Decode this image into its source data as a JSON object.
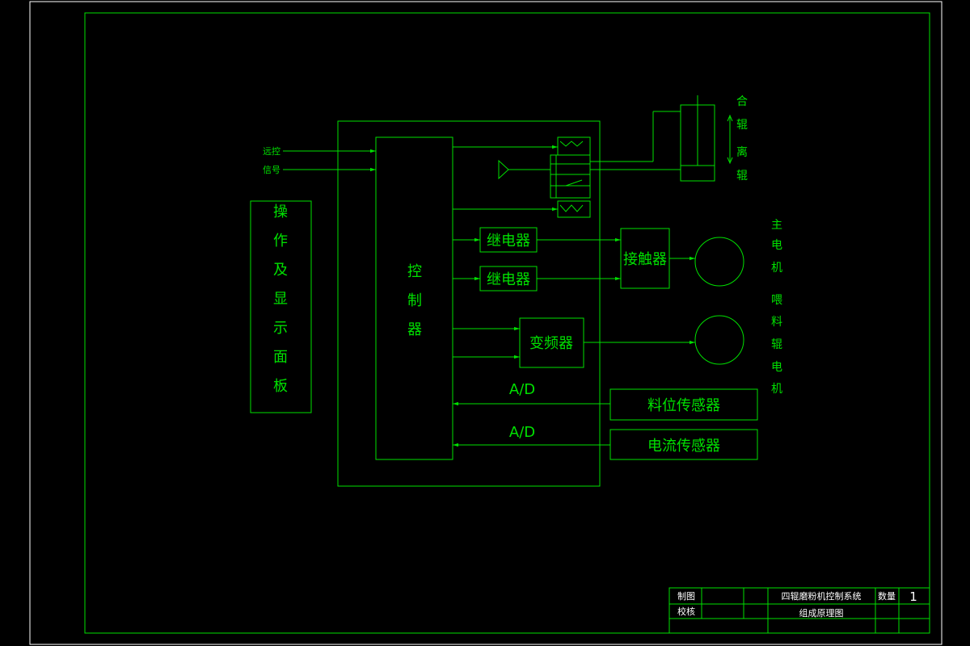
{
  "inputs": {
    "remote": "远控",
    "signal": "信号"
  },
  "panel": {
    "label": [
      "操",
      "作",
      "及",
      "显",
      "示",
      "面",
      "板"
    ]
  },
  "controller": {
    "label": [
      "控",
      "制",
      "器"
    ]
  },
  "relays": {
    "relay_1": "继电器",
    "relay_2": "继电器"
  },
  "contactor": "接触器",
  "inverter": "变频器",
  "sensors": {
    "level": "料位传感器",
    "current": "电流传感器",
    "ad_1": "A/D",
    "ad_2": "A/D"
  },
  "outputs": {
    "roll_close": [
      "合",
      "辊"
    ],
    "roll_open": [
      "离",
      "辊"
    ],
    "main_motor": [
      "主",
      "电",
      "机"
    ],
    "feed_motor": [
      "喂",
      "料",
      "辊",
      "电",
      "机"
    ]
  },
  "title_block": {
    "drawn_by": "制图",
    "checked_by": "校核",
    "title_line_1": "四辊磨粉机控制系统",
    "title_line_2": "组成原理图",
    "quantity_label": "数量",
    "quantity_value": "1"
  },
  "colors": {
    "line": "#00e000",
    "text": "#00e000",
    "title_text": "#ffffff",
    "background": "#000000"
  }
}
